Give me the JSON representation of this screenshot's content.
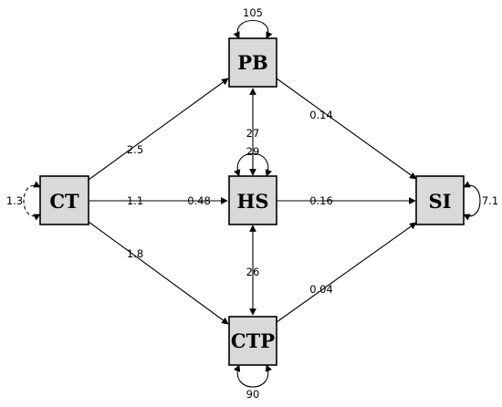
{
  "nodes": {
    "ct": "CT",
    "pb": "PB",
    "hs": "HS",
    "ctp": "CTP",
    "si": "SI"
  },
  "paths": {
    "ct_pb": "2.5",
    "ct_hs_a": "1.1",
    "ct_hs_b": "0.48",
    "ct_ctp": "1.8",
    "pb_si": "0.14",
    "hs_si": "0.16",
    "ctp_si": "0.04",
    "pb_hs": "27",
    "hs_ctp": "26"
  },
  "variances": {
    "ct": "1.3",
    "pb": "105",
    "hs": "29",
    "ctp": "90",
    "si": "7.1"
  }
}
